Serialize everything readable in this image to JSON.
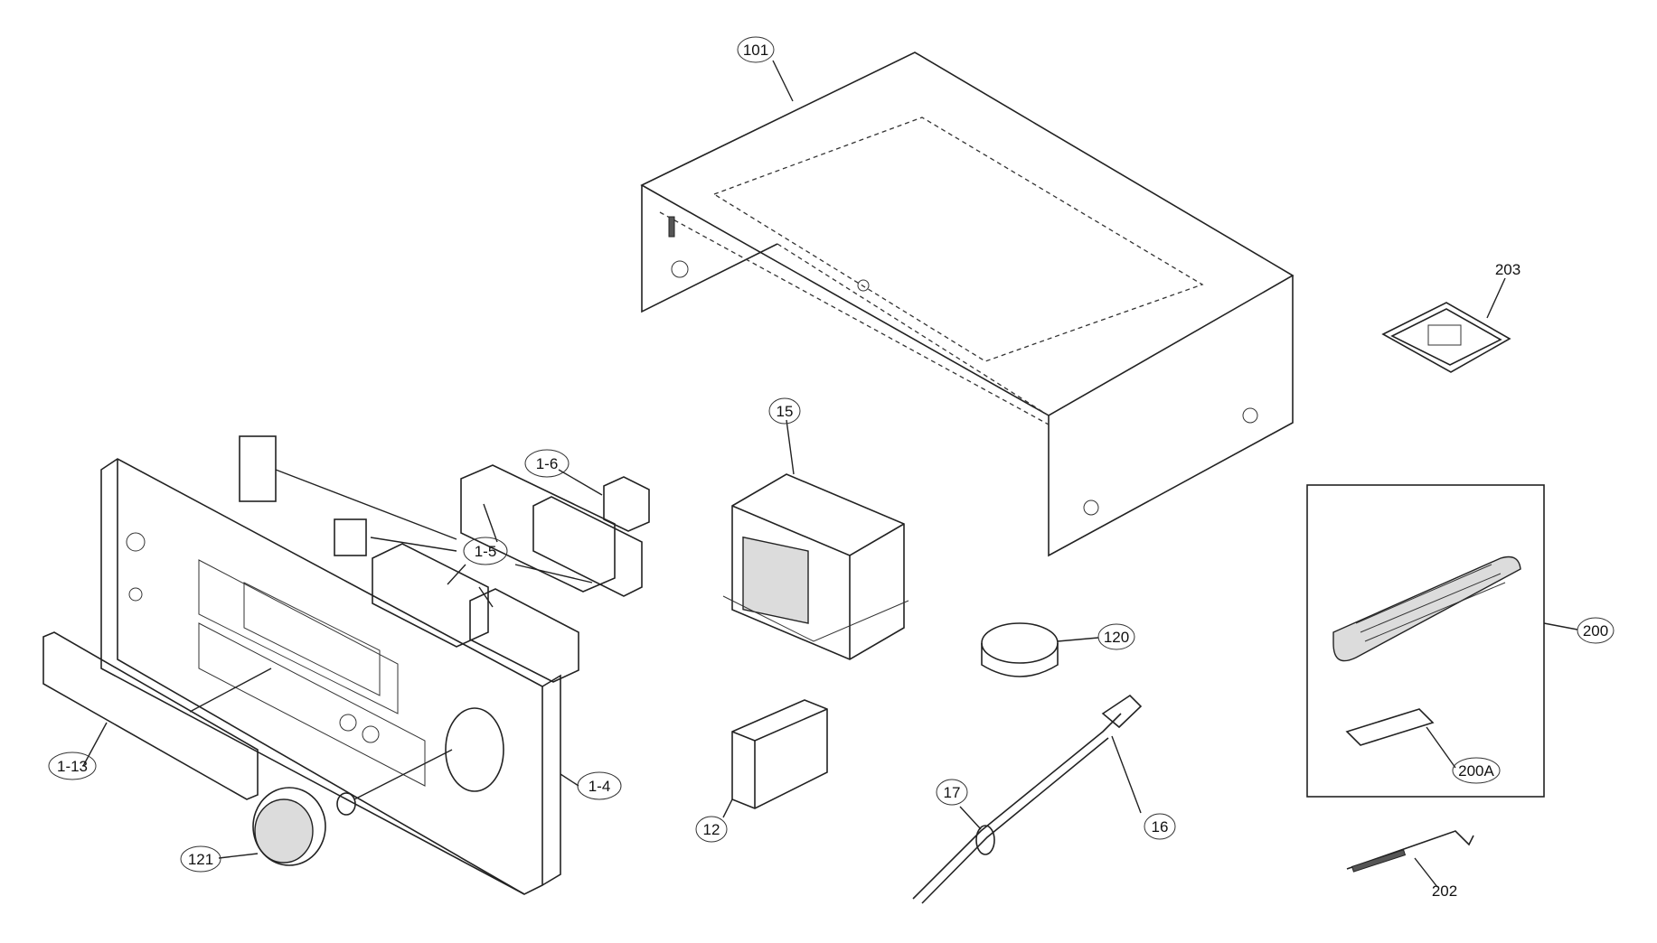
{
  "callouts": {
    "c101": "101",
    "c203": "203",
    "c1_6": "1-6",
    "c15": "15",
    "c1_5": "1-5",
    "c120": "120",
    "c200": "200",
    "c1_13": "1-13",
    "c1_4": "1-4",
    "c200a": "200A",
    "c17": "17",
    "c16": "16",
    "c12": "12",
    "c121": "121",
    "c202": "202"
  },
  "colors": {
    "line": "#222222",
    "background": "#ffffff"
  }
}
